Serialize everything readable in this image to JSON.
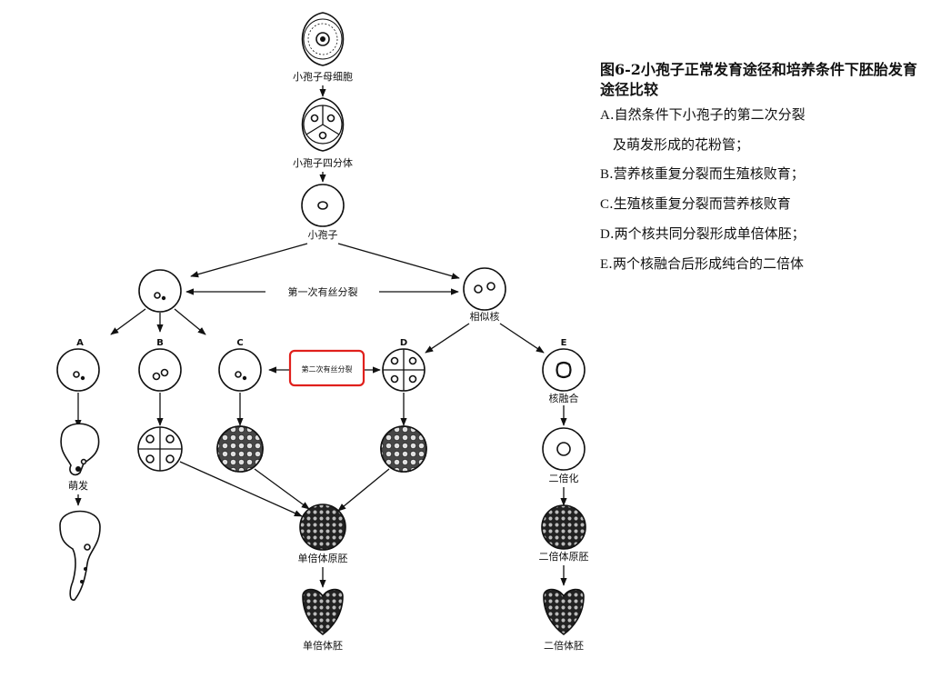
{
  "caption": {
    "title": "图6-2小孢子正常发育途径和培养条件下胚胎发育途径比较",
    "items": [
      {
        "key": "A",
        "text": ".自然条件下小孢子的第二次分裂"
      },
      {
        "key": "",
        "text": "及萌发形成的花粉管；"
      },
      {
        "key": "B",
        "text": ".营养核重复分裂而生殖核败育；"
      },
      {
        "key": "C",
        "text": ".生殖核重复分裂而营养核败育"
      },
      {
        "key": "D",
        "text": ".两个核共同分裂形成单倍体胚；"
      },
      {
        "key": "E",
        "text": ".两个核融合后形成纯合的二倍体"
      }
    ]
  },
  "diagram": {
    "labels": {
      "mother_cell": "小孢子母细胞",
      "tetrad": "小孢子四分体",
      "microspore": "小孢子",
      "first_mitosis": "第一次有丝分裂",
      "similar_nuclei": "相似核",
      "second_mitosis": "第二次有丝分裂",
      "germination": "萌发",
      "fusion": "核融合",
      "diploidization": "二倍化",
      "haploid_proembryo": "单倍体原胚",
      "diploid_proembryo": "二倍体原胚",
      "haploid_embryo": "单倍体胚",
      "diploid_embryo": "二倍体胚"
    },
    "branches": [
      "A",
      "B",
      "C",
      "D",
      "E"
    ],
    "highlight_color": "#e0201c"
  }
}
